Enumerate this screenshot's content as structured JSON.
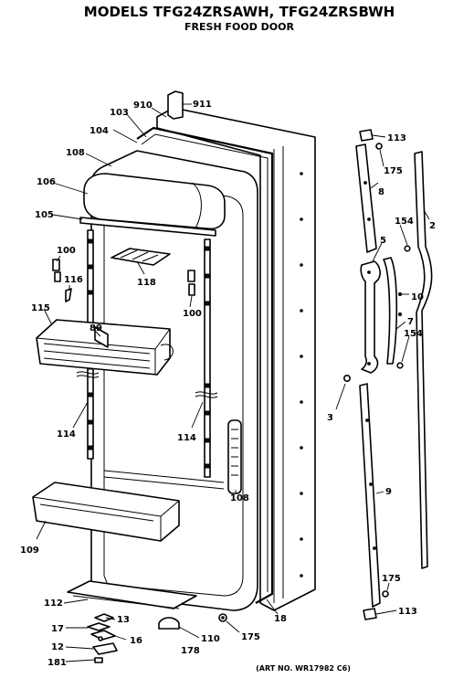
{
  "title": "MODELS TFG24ZRSAWH, TFG24ZRSBWH",
  "subtitle": "FRESH FOOD DOOR",
  "art_number": "(ART NO. WR17982 C6)",
  "parts": {
    "p911": "911",
    "p910": "910",
    "p103": "103",
    "p104": "104",
    "p108": "108",
    "p106": "106",
    "p105": "105",
    "p100a": "100",
    "p116": "116",
    "p118": "118",
    "p100b": "100",
    "p115": "115",
    "p89": "89",
    "p114a": "114",
    "p114b": "114",
    "p108b": "108",
    "p109": "109",
    "p112": "112",
    "p13": "13",
    "p17": "17",
    "p16": "16",
    "p12": "12",
    "p181": "181",
    "p110": "110",
    "p178": "178",
    "p175a": "175",
    "p18": "18",
    "p113a": "113",
    "p175b": "175",
    "p8": "8",
    "p154a": "154",
    "p2": "2",
    "p5": "5",
    "p10": "10",
    "p7": "7",
    "p154b": "154",
    "p3": "3",
    "p9": "9",
    "p175c": "175",
    "p113b": "113"
  }
}
